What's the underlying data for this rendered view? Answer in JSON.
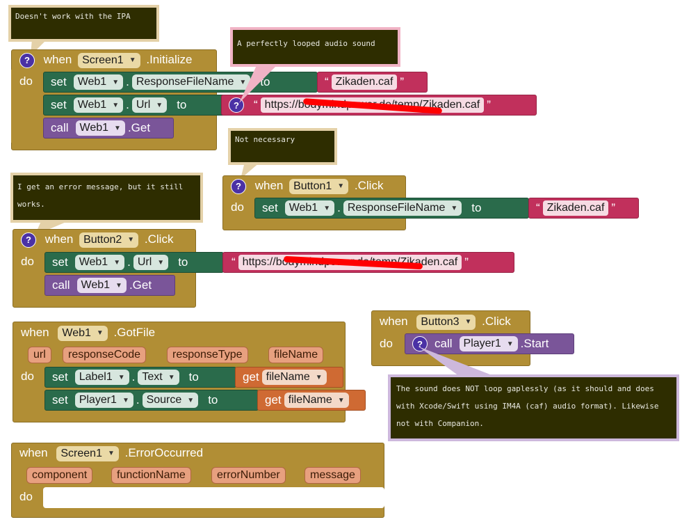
{
  "comments": {
    "ipa": "Doesn't work with the IPA",
    "looped": "A perfectly looped audio sound",
    "not_necessary": "Not necessary",
    "error_msg": "I get an error message, but it still works.",
    "sound_loop": "The sound does NOT loop gaplessly (as it should and does with Xcode/Swift using IM4A (caf) audio format). Likewise not with Companion."
  },
  "keywords": {
    "when": "when",
    "do": "do",
    "set": "set",
    "call": "call",
    "to": "to",
    "get": "get",
    "dot": ".",
    "open_quote": "“",
    "close_quote": "”",
    "help": "?"
  },
  "block1": {
    "component": "Screen1",
    "event": ".Initialize",
    "s1_component": "Web1",
    "s1_property": "ResponseFileName",
    "s1_value": "Zikaden.caf",
    "s2_component": "Web1",
    "s2_property": "Url",
    "s2_value": "https://bodymindpower.de/temp/Zikaden.caf",
    "s3_component": "Web1",
    "s3_method": ".Get"
  },
  "block2": {
    "component": "Button1",
    "event": ".Click",
    "s1_component": "Web1",
    "s1_property": "ResponseFileName",
    "s1_value": "Zikaden.caf"
  },
  "block3": {
    "component": "Button2",
    "event": ".Click",
    "s1_component": "Web1",
    "s1_property": "Url",
    "s1_value": "https://bodymindpower.de/temp/Zikaden.caf",
    "s2_component": "Web1",
    "s2_method": ".Get"
  },
  "block4": {
    "component": "Web1",
    "event": ".GotFile",
    "params": [
      "url",
      "responseCode",
      "responseType",
      "fileName"
    ],
    "s1_component": "Label1",
    "s1_property": "Text",
    "s1_var": "fileName",
    "s2_component": "Player1",
    "s2_property": "Source",
    "s2_var": "fileName"
  },
  "block5": {
    "component": "Button3",
    "event": ".Click",
    "s1_component": "Player1",
    "s1_method": ".Start"
  },
  "block6": {
    "component": "Screen1",
    "event": ".ErrorOccurred",
    "params": [
      "component",
      "functionName",
      "errorNumber",
      "message"
    ]
  },
  "colors": {
    "event_block": "#b18e35",
    "setter": "#2a6b4b",
    "call": "#7a5599",
    "text": "#c1305c",
    "getter": "#cf6a33",
    "comment_bg": "#2e2d00",
    "redaction": "#ff0000"
  },
  "icons": {
    "help": "question-mark-icon",
    "dropdown": "dropdown-arrow-icon"
  }
}
